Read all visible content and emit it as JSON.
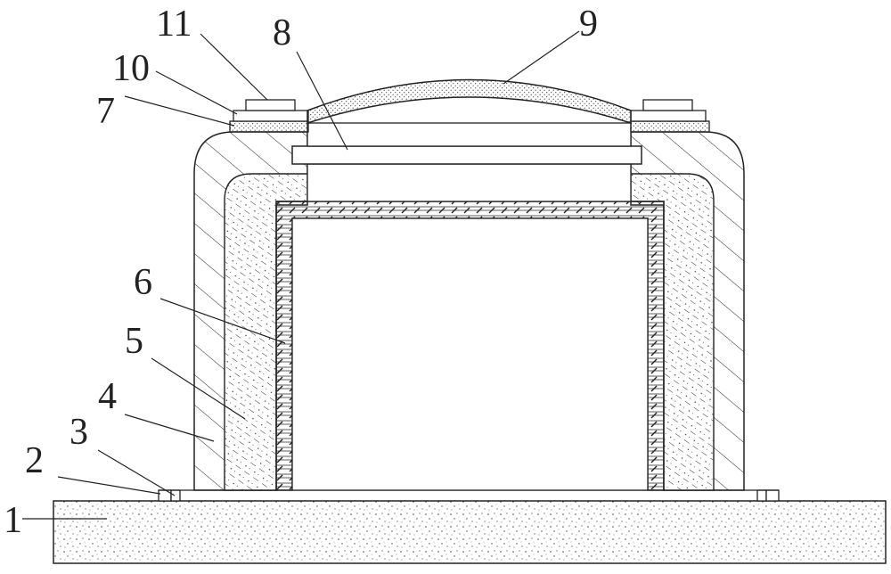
{
  "labels": {
    "l1": "1",
    "l2": "2",
    "l3": "3",
    "l4": "4",
    "l5": "5",
    "l6": "6",
    "l7": "7",
    "l8": "8",
    "l9": "9",
    "l10": "10",
    "l11": "11"
  },
  "colors": {
    "stroke": "#222222",
    "background": "#ffffff"
  }
}
